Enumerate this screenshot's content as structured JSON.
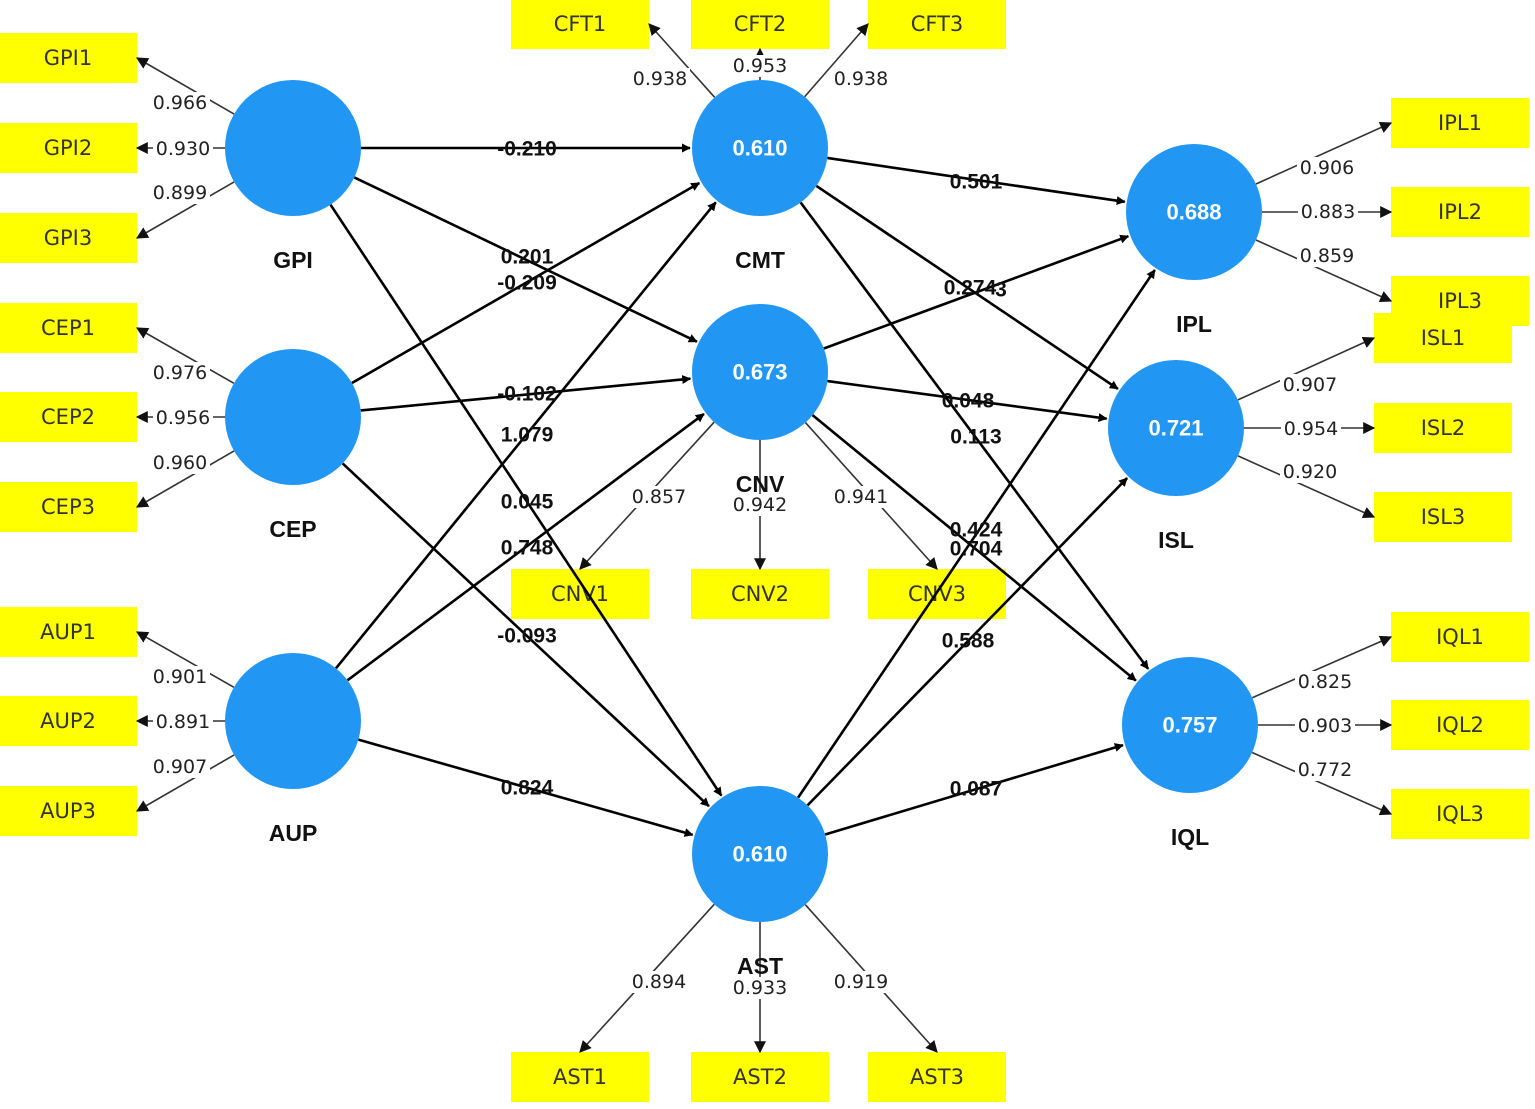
{
  "colors": {
    "latent_fill": "#2196f3",
    "indicator_fill": "#ffff00",
    "path_stroke": "#000000"
  },
  "latents": [
    {
      "id": "GPI",
      "name": "GPI",
      "r2": ""
    },
    {
      "id": "CEP",
      "name": "CEP",
      "r2": ""
    },
    {
      "id": "AUP",
      "name": "AUP",
      "r2": ""
    },
    {
      "id": "CMT",
      "name": "CMT",
      "r2": "0.610"
    },
    {
      "id": "CNV",
      "name": "CNV",
      "r2": "0.673"
    },
    {
      "id": "AST",
      "name": "AST",
      "r2": "0.610"
    },
    {
      "id": "IPL",
      "name": "IPL",
      "r2": "0.688"
    },
    {
      "id": "ISL",
      "name": "ISL",
      "r2": "0.721"
    },
    {
      "id": "IQL",
      "name": "IQL",
      "r2": "0.757"
    }
  ],
  "indicators": [
    {
      "name": "GPI1",
      "latent": "GPI",
      "loading": "0.966"
    },
    {
      "name": "GPI2",
      "latent": "GPI",
      "loading": "0.930"
    },
    {
      "name": "GPI3",
      "latent": "GPI",
      "loading": "0.899"
    },
    {
      "name": "CEP1",
      "latent": "CEP",
      "loading": "0.976"
    },
    {
      "name": "CEP2",
      "latent": "CEP",
      "loading": "0.956"
    },
    {
      "name": "CEP3",
      "latent": "CEP",
      "loading": "0.960"
    },
    {
      "name": "AUP1",
      "latent": "AUP",
      "loading": "0.901"
    },
    {
      "name": "AUP2",
      "latent": "AUP",
      "loading": "0.891"
    },
    {
      "name": "AUP3",
      "latent": "AUP",
      "loading": "0.907"
    },
    {
      "name": "CFT1",
      "latent": "CMT",
      "loading": "0.938"
    },
    {
      "name": "CFT2",
      "latent": "CMT",
      "loading": "0.953"
    },
    {
      "name": "CFT3",
      "latent": "CMT",
      "loading": "0.938"
    },
    {
      "name": "CNV1",
      "latent": "CNV",
      "loading": "0.857"
    },
    {
      "name": "CNV2",
      "latent": "CNV",
      "loading": "0.942"
    },
    {
      "name": "CNV3",
      "latent": "CNV",
      "loading": "0.941"
    },
    {
      "name": "AST1",
      "latent": "AST",
      "loading": "0.894"
    },
    {
      "name": "AST2",
      "latent": "AST",
      "loading": "0.933"
    },
    {
      "name": "AST3",
      "latent": "AST",
      "loading": "0.919"
    },
    {
      "name": "IPL1",
      "latent": "IPL",
      "loading": "0.906"
    },
    {
      "name": "IPL2",
      "latent": "IPL",
      "loading": "0.883"
    },
    {
      "name": "IPL3",
      "latent": "IPL",
      "loading": "0.859"
    },
    {
      "name": "ISL1",
      "latent": "ISL",
      "loading": "0.907"
    },
    {
      "name": "ISL2",
      "latent": "ISL",
      "loading": "0.954"
    },
    {
      "name": "ISL3",
      "latent": "ISL",
      "loading": "0.920"
    },
    {
      "name": "IQL1",
      "latent": "IQL",
      "loading": "0.825"
    },
    {
      "name": "IQL2",
      "latent": "IQL",
      "loading": "0.903"
    },
    {
      "name": "IQL3",
      "latent": "IQL",
      "loading": "0.772"
    }
  ],
  "paths": [
    {
      "from": "GPI",
      "to": "CMT",
      "coef": "-0.210"
    },
    {
      "from": "GPI",
      "to": "CNV",
      "coef": "0.201"
    },
    {
      "from": "GPI",
      "to": "AST",
      "coef": "0.045"
    },
    {
      "from": "CEP",
      "to": "CMT",
      "coef": "-0.209"
    },
    {
      "from": "CEP",
      "to": "CNV",
      "coef": "-0.102"
    },
    {
      "from": "CEP",
      "to": "AST",
      "coef": "-0.093"
    },
    {
      "from": "AUP",
      "to": "CMT",
      "coef": "1.079"
    },
    {
      "from": "AUP",
      "to": "CNV",
      "coef": "0.748"
    },
    {
      "from": "AUP",
      "to": "AST",
      "coef": "0.824"
    },
    {
      "from": "CMT",
      "to": "IPL",
      "coef": "0.501"
    },
    {
      "from": "CMT",
      "to": "ISL",
      "coef": "0.274"
    },
    {
      "from": "CMT",
      "to": "IQL",
      "coef": "0.113"
    },
    {
      "from": "CNV",
      "to": "IPL",
      "coef": "3"
    },
    {
      "from": "CNV",
      "to": "ISL",
      "coef": "0.048"
    },
    {
      "from": "CNV",
      "to": "IQL",
      "coef": "0.704"
    },
    {
      "from": "AST",
      "to": "IPL",
      "coef": "0.424"
    },
    {
      "from": "AST",
      "to": "ISL",
      "coef": "0.588"
    },
    {
      "from": "AST",
      "to": "IQL",
      "coef": "0.087"
    }
  ]
}
